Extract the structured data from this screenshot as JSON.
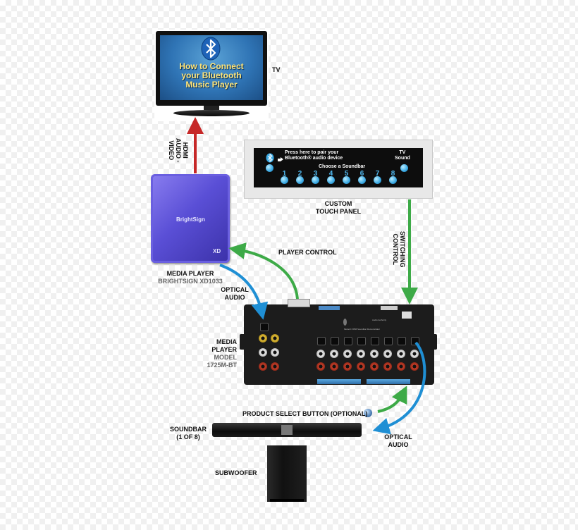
{
  "tv": {
    "screen_text_line1": "How to Connect",
    "screen_text_line2": "your Bluetooth",
    "screen_text_line3": "Music Player",
    "label": "TV"
  },
  "connections": {
    "hdmi_line1": "HDMI",
    "hdmi_line2": "AUDIO -",
    "hdmi_line3": "VIDEO",
    "player_control": "PLAYER CONTROL",
    "switching_line1": "SWITCHING",
    "switching_line2": "CONTROL",
    "optical_top_line1": "OPTICAL",
    "optical_top_line2": "AUDIO",
    "optical_bottom_line1": "OPTICAL",
    "optical_bottom_line2": "AUDIO",
    "product_select": "PRODUCT SELECT BUTTON (OPTIONAL)"
  },
  "touch_panel": {
    "pair_line1": "Press here to pair your",
    "pair_line2": "Bluetooth® audio device",
    "choose": "Choose a Soundbar",
    "tv_sound_line1": "TV",
    "tv_sound_line2": "Sound",
    "buttons": [
      "1",
      "2",
      "3",
      "4",
      "5",
      "6",
      "7",
      "8"
    ],
    "label_line1": "CUSTOM",
    "label_line2": "TOUCH PANEL"
  },
  "media_player": {
    "brand_text": "BrightSign",
    "model_text": "XD",
    "label_line1": "MEDIA PLAYER",
    "label_line2": "BRIGHTSIGN XD1033"
  },
  "controller": {
    "brand_text": "Audio Authority",
    "model_text": "Model 1725M Soundbar Demonstrator",
    "label_line1": "MEDIA PLAYER",
    "label_line2": "MODEL 1725M-BT"
  },
  "soundbar": {
    "label_line1": "SOUNDBAR",
    "label_line2": "(1 OF 8)"
  },
  "subwoofer": {
    "label": "SUBWOOFER"
  },
  "colors": {
    "red_arrow": "#c62828",
    "green_arrow": "#3daa47",
    "blue_arrow": "#1f8fd4"
  }
}
